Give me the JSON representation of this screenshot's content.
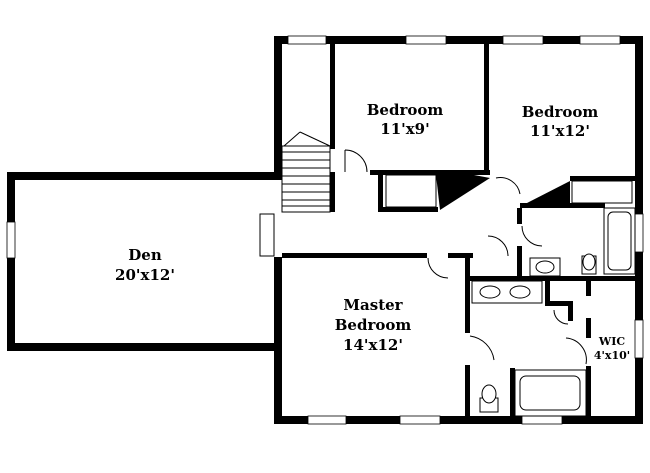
{
  "rooms": {
    "bedroom1": {
      "name": "Bedroom",
      "size": "11'x9'"
    },
    "bedroom2": {
      "name": "Bedroom",
      "size": "11'x12'"
    },
    "den": {
      "name": "Den",
      "size": "20'x12'"
    },
    "master": {
      "name_line1": "Master",
      "name_line2": "Bedroom",
      "size": "14'x12'"
    },
    "wic": {
      "name": "WIC",
      "size": "4'x10'"
    }
  },
  "colors": {
    "wall": "#000000",
    "background": "#ffffff"
  }
}
